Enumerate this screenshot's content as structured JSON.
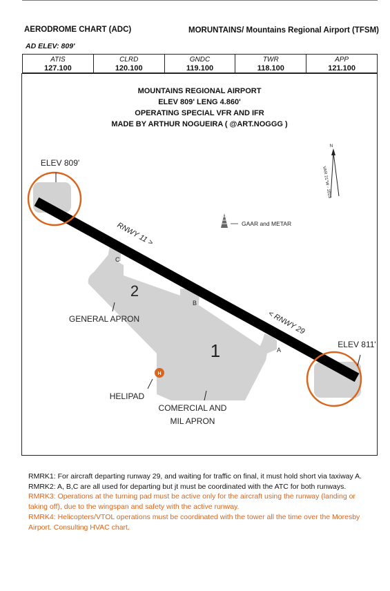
{
  "header": {
    "chart_type": "AERODROME CHART (ADC)",
    "airport": "MORUNTAINS/ Mountains Regional Airport (TFSM)",
    "ad_elev": "AD ELEV: 809'"
  },
  "frequencies": [
    {
      "name": "ATIS",
      "value": "127.100"
    },
    {
      "name": "CLRD",
      "value": "120.100"
    },
    {
      "name": "GNDC",
      "value": "119.100"
    },
    {
      "name": "TWR",
      "value": "118.100"
    },
    {
      "name": "APP",
      "value": "121.100"
    }
  ],
  "map": {
    "title_lines": [
      "MOUNTAINS REGIONAL AIRPORT",
      "ELEV 809' LENG 4.860'",
      "OPERATING SPECIAL VFR AND IFR",
      "MADE BY ARTHUR NOGUEIRA ( @ART.NOGGG )"
    ],
    "labels": {
      "elev_west": "ELEV 809'",
      "elev_east": "ELEV 811'",
      "rwy_11": "RNWY 11 >",
      "rwy_29": "< RNWY 29",
      "twy_a": "A",
      "twy_b": "B",
      "twy_c": "C",
      "apron_2_num": "2",
      "apron_1_num": "1",
      "general_apron": "GENERAL APRON",
      "helipad": "HELIPAD",
      "helipad_symbol": "H",
      "comercial_line1": "COMERCIAL AND",
      "comercial_line2": "MIL APRON",
      "gaar_metar": "GAAR and METAR",
      "north": "N",
      "variation": "VAR 21°W - 2023"
    },
    "colors": {
      "pavement": "#d2d2d2",
      "runway": "#000000",
      "highlight": "#d9641c"
    }
  },
  "remarks": [
    {
      "text": "RMRK1: For aircraft departing runway 29, and waiting for traffic on final, it must hold short via taxiway A.",
      "color": "black"
    },
    {
      "text": "RMRK2: A, B,C are all used for departing but jt must be coordinated with the ATC for both runways.",
      "color": "black"
    },
    {
      "text": "RMRK3: Operations at the turning pad must be active only for the aircraft using the runway (landing or taking off), due to the wingspan and safety with the active runway.",
      "color": "orange"
    },
    {
      "text": "RMRK4: Helicopters/VTOL operations must be coordinated with the tower all the time over the Moresby Airport. Consulting HVAC chart.",
      "color": "orange"
    }
  ]
}
